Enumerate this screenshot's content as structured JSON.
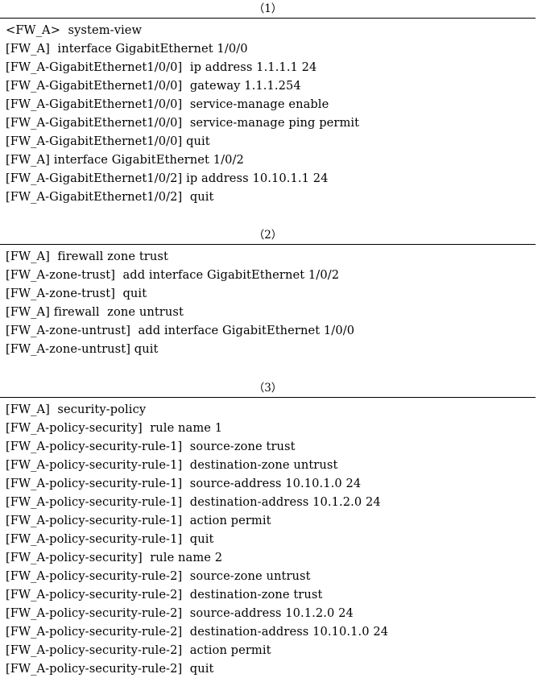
{
  "document": {
    "type": "firewall-cli-configuration-listing",
    "device": "FW_A",
    "background_color": "#ffffff",
    "text_color": "#000000",
    "rule_color": "#000000"
  },
  "sections": [
    {
      "label": "（1）",
      "name": "interface-configuration",
      "lines": [
        "<FW_A>  system-view",
        "[FW_A]  interface GigabitEthernet 1/0/0",
        "[FW_A-GigabitEthernet1/0/0]  ip address 1.1.1.1 24",
        "[FW_A-GigabitEthernet1/0/0]  gateway 1.1.1.254",
        "[FW_A-GigabitEthernet1/0/0]  service-manage enable",
        "[FW_A-GigabitEthernet1/0/0]  service-manage ping permit",
        "[FW_A-GigabitEthernet1/0/0] quit",
        "[FW_A] interface GigabitEthernet 1/0/2",
        "[FW_A-GigabitEthernet1/0/2] ip address 10.10.1.1 24",
        "[FW_A-GigabitEthernet1/0/2]  quit"
      ]
    },
    {
      "label": "（2）",
      "name": "zone-configuration",
      "lines": [
        "[FW_A]  firewall zone trust",
        "[FW_A-zone-trust]  add interface GigabitEthernet 1/0/2",
        "[FW_A-zone-trust]  quit",
        "[FW_A] firewall  zone untrust",
        "[FW_A-zone-untrust]  add interface GigabitEthernet 1/0/0",
        "[FW_A-zone-untrust] quit"
      ]
    },
    {
      "label": "（3）",
      "name": "security-policy-configuration",
      "lines": [
        "[FW_A]  security-policy",
        "[FW_A-policy-security]  rule name 1",
        "[FW_A-policy-security-rule-1]  source-zone trust",
        "[FW_A-policy-security-rule-1]  destination-zone untrust",
        "[FW_A-policy-security-rule-1]  source-address 10.10.1.0 24",
        "[FW_A-policy-security-rule-1]  destination-address 10.1.2.0 24",
        "[FW_A-policy-security-rule-1]  action permit",
        "[FW_A-policy-security-rule-1]  quit",
        "[FW_A-policy-security]  rule name 2",
        "[FW_A-policy-security-rule-2]  source-zone untrust",
        "[FW_A-policy-security-rule-2]  destination-zone trust",
        "[FW_A-policy-security-rule-2]  source-address 10.1.2.0 24",
        "[FW_A-policy-security-rule-2]  destination-address 10.10.1.0 24",
        "[FW_A-policy-security-rule-2]  action permit",
        "[FW_A-policy-security-rule-2]  quit"
      ]
    }
  ]
}
